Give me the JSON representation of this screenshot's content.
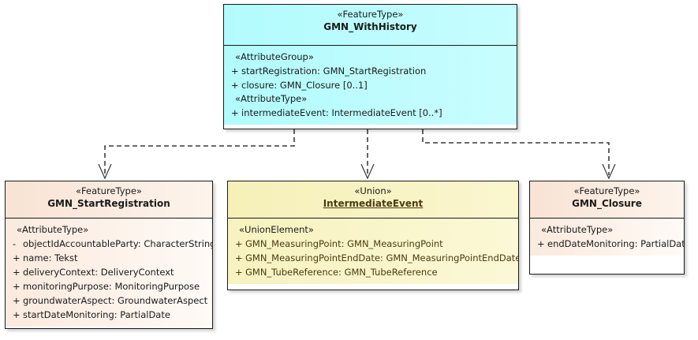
{
  "diagram": {
    "type": "uml-class-diagram",
    "background_color": "#ffffff"
  },
  "classes": {
    "gmn_withhistory": {
      "stereotype": "«FeatureType»",
      "name": "GMN_WithHistory",
      "fill_color": "#b2fbfd",
      "underlined": false,
      "sections": [
        {
          "group_label": "«AttributeGroup»",
          "attributes": [
            {
              "visibility": "+",
              "text": "startRegistration: GMN_StartRegistration"
            },
            {
              "visibility": "+",
              "text": "closure: GMN_Closure [0..1]"
            }
          ]
        },
        {
          "group_label": "«AttributeType»",
          "attributes": [
            {
              "visibility": "+",
              "text": "intermediateEvent: IntermediateEvent [0..*]"
            }
          ]
        }
      ]
    },
    "gmn_startregistration": {
      "stereotype": "«FeatureType»",
      "name": "GMN_StartRegistration",
      "fill_color": "#f8e3d4",
      "underlined": false,
      "sections": [
        {
          "group_label": "«AttributeType»",
          "attributes": [
            {
              "visibility": "-",
              "text": "objectIdAccountableParty: CharacterString"
            },
            {
              "visibility": "+",
              "text": "name: Tekst"
            },
            {
              "visibility": "+",
              "text": "deliveryContext: DeliveryContext"
            },
            {
              "visibility": "+",
              "text": "monitoringPurpose: MonitoringPurpose"
            },
            {
              "visibility": "+",
              "text": "groundwaterAspect: GroundwaterAspect"
            },
            {
              "visibility": "+",
              "text": "startDateMonitoring: PartialDate"
            }
          ]
        }
      ]
    },
    "intermediateevent": {
      "stereotype": "«Union»",
      "name": "IntermediateEvent",
      "fill_color": "#f6f0b8",
      "underlined": true,
      "sections": [
        {
          "group_label": "«UnionElement»",
          "attributes": [
            {
              "visibility": "+",
              "text": "GMN_MeasuringPoint: GMN_MeasuringPoint"
            },
            {
              "visibility": "+",
              "text": "GMN_MeasuringPointEndDate: GMN_MeasuringPointEndDate"
            },
            {
              "visibility": "+",
              "text": "GMN_TubeReference: GMN_TubeReference"
            }
          ]
        }
      ]
    },
    "gmn_closure": {
      "stereotype": "«FeatureType»",
      "name": "GMN_Closure",
      "fill_color": "#f8e3d4",
      "underlined": false,
      "sections": [
        {
          "group_label": "«AttributeType»",
          "attributes": [
            {
              "visibility": "+",
              "text": "endDateMonitoring: PartialDate"
            }
          ]
        }
      ]
    }
  },
  "connectors": [
    {
      "id": "dep-to-startregistration",
      "kind": "dependency",
      "from": "gmn_withhistory",
      "to": "gmn_startregistration",
      "line_style": "dashed",
      "arrowhead": "open"
    },
    {
      "id": "dep-to-intermediateevent",
      "kind": "dependency",
      "from": "gmn_withhistory",
      "to": "intermediateevent",
      "line_style": "dashed",
      "arrowhead": "open"
    },
    {
      "id": "dep-to-closure",
      "kind": "dependency",
      "from": "gmn_withhistory",
      "to": "gmn_closure",
      "line_style": "dashed",
      "arrowhead": "open"
    }
  ]
}
